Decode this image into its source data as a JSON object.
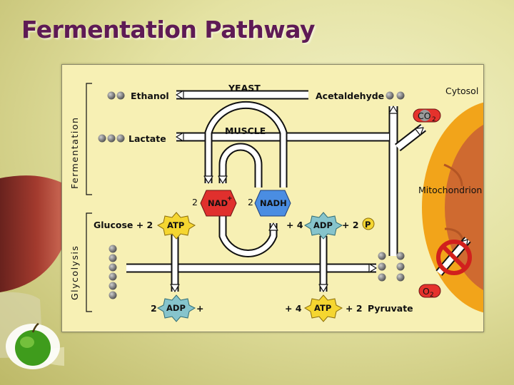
{
  "slide": {
    "title": "Fermentation Pathway"
  },
  "diagram": {
    "sections": {
      "fermentation": "Fermentation",
      "glycolysis": "Glycolysis"
    },
    "organisms": {
      "yeast": "YEAST",
      "muscle": "MUSCLE"
    },
    "molecules": {
      "ethanol": "Ethanol",
      "acetaldehyde": "Acetaldehyde",
      "lactate": "Lactate",
      "pyruvate": "Pyruvate"
    },
    "compartments": {
      "cytosol": "Cytosol",
      "mitochondrion": "Mitochondrion"
    },
    "gases": {
      "co2_main": "CO",
      "co2_sub": "2",
      "o2_main": "O",
      "o2_sub": "2"
    },
    "cofactors": {
      "nad": "NAD",
      "nad_sup": "+",
      "nadh": "NADH",
      "atp": "ATP",
      "adp": "ADP",
      "pi": "P"
    },
    "glycolysis_terms": {
      "glucose_prefix": "Glucose + 2",
      "plus_four_top": "+ 4",
      "plus_two_top": "+ 2",
      "two_bottom": "2",
      "plus_bottom": "+",
      "plus_four_bottom": "+ 4",
      "plus_two_pyruvate": "+ 2"
    },
    "coefficients": {
      "nad": "2",
      "nadh": "2"
    },
    "colors": {
      "panel_bg": "#f7f0b4",
      "arrow": "#ffffff",
      "arrow_outline": "#111111",
      "atp_star": "#f5d630",
      "adp_star": "#86c4cc",
      "nad_hex": "#e0302d",
      "nadh_hex": "#4a8de2",
      "mitochondrion": "#cf6a30",
      "mitochondrion_outer": "#f2a41a",
      "title": "#5e1a55"
    }
  }
}
